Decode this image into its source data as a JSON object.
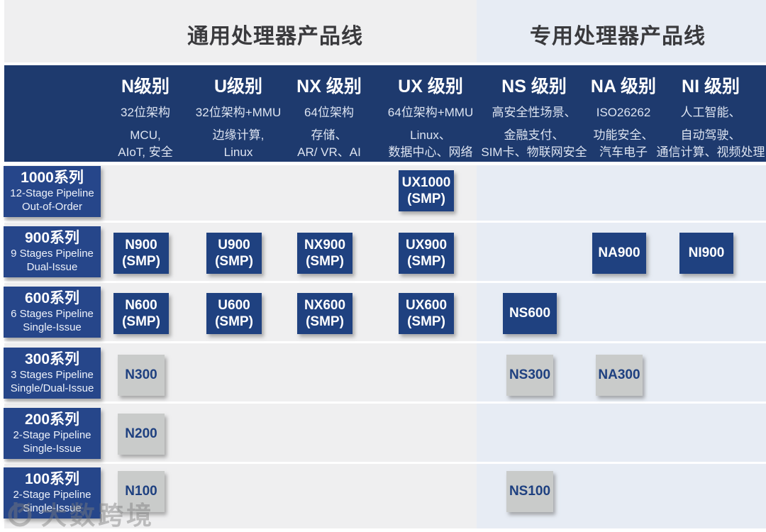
{
  "sections": {
    "general": "通用处理器产品线",
    "special": "专用处理器产品线"
  },
  "columns": [
    {
      "title": "N级别",
      "line1": "32位架构",
      "line2": "MCU,",
      "line3": "AIoT, 安全"
    },
    {
      "title": "U级别",
      "line1": "32位架构+MMU",
      "line2": "边缘计算,",
      "line3": "Linux"
    },
    {
      "title": "NX 级别",
      "line1": "64位架构",
      "line2": "存储、",
      "line3": "AR/ VR、AI"
    },
    {
      "title": "UX 级别",
      "line1": "64位架构+MMU",
      "line2": "Linux、",
      "line3": "数据中心、网络"
    },
    {
      "title": "NS 级别",
      "line1": "高安全性场景、",
      "line2": "金融支付、",
      "line3": "SIM卡、物联网安全"
    },
    {
      "title": "NA 级别",
      "line1": "ISO26262",
      "line2": "功能安全、",
      "line3": "汽车电子"
    },
    {
      "title": "NI 级别",
      "line1": "人工智能、",
      "line2": "自动驾驶、",
      "line3": "通信计算、视频处理"
    }
  ],
  "rows": [
    {
      "title": "1000系列",
      "line1": "12-Stage Pipeline",
      "line2": "Out-of-Order"
    },
    {
      "title": "900系列",
      "line1": "9 Stages Pipeline",
      "line2": "Dual-Issue"
    },
    {
      "title": "600系列",
      "line1": "6 Stages Pipeline",
      "line2": "Single-Issue"
    },
    {
      "title": "300系列",
      "line1": "3 Stages Pipeline",
      "line2": "Single/Dual-Issue"
    },
    {
      "title": "200系列",
      "line1": "2-Stage Pipeline",
      "line2": "Single-Issue"
    },
    {
      "title": "100系列",
      "line1": "2-Stage Pipeline",
      "line2": "Single-Issue"
    }
  ],
  "chips": [
    {
      "line1": "UX1000",
      "line2": "(SMP)"
    },
    {
      "line1": "N900",
      "line2": "(SMP)"
    },
    {
      "line1": "U900",
      "line2": "(SMP)"
    },
    {
      "line1": "NX900",
      "line2": "(SMP)"
    },
    {
      "line1": "UX900",
      "line2": "(SMP)"
    },
    {
      "line1": "NA900"
    },
    {
      "line1": "NI900"
    },
    {
      "line1": "N600",
      "line2": "(SMP)"
    },
    {
      "line1": "U600",
      "line2": "(SMP)"
    },
    {
      "line1": "NX600",
      "line2": "(SMP)"
    },
    {
      "line1": "UX600",
      "line2": "(SMP)"
    },
    {
      "line1": "NS600"
    },
    {
      "line1": "N300"
    },
    {
      "line1": "NS300"
    },
    {
      "line1": "NA300"
    },
    {
      "line1": "N200"
    },
    {
      "line1": "N100"
    },
    {
      "line1": "NS100"
    }
  ],
  "watermark": {
    "text": "大数跨境"
  },
  "colors": {
    "header_navy": "#1e3a6e",
    "row_label_navy": "#26468a",
    "chip_navy": "#1f4180",
    "chip_gray": "#c9cbca",
    "chip_gray_text": "#1e4080",
    "bg_general": "#efeff0",
    "bg_special": "#e7ecf4",
    "section_title_text": "#3a3a3d"
  }
}
